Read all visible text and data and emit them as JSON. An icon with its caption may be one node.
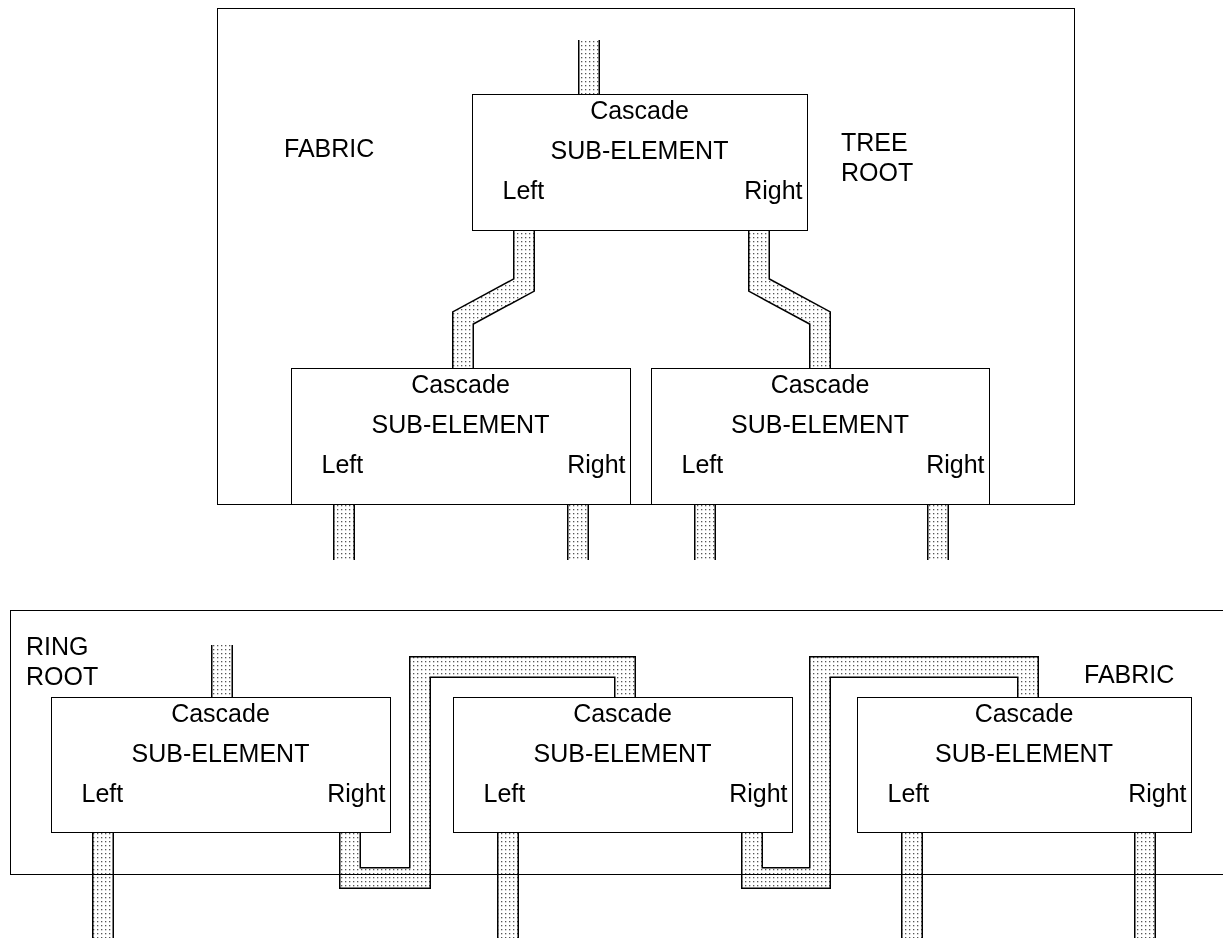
{
  "diagram": {
    "nodes": [
      {
        "text": [
          "FABRIC",
          "TREE ROOT"
        ]
      },
      {
        "text": [
          "Cascade",
          "SUB-ELEMENT",
          "Left",
          "Right"
        ],
        "in": 0
      },
      {
        "text": [
          "Cascade",
          "SUB-ELEMENT",
          "Left",
          "Right"
        ],
        "in": 0
      },
      {
        "text": [
          "Cascade",
          "SUB-ELEMENT",
          "Left",
          "Right"
        ],
        "in": 0
      },
      {
        "text": [
          "RING ROOT",
          "FABRIC"
        ]
      },
      {
        "text": [
          "Cascade",
          "SUB-ELEMENT",
          "Left",
          "Right"
        ],
        "in": 4
      },
      {
        "text": [
          "Cascade",
          "SUB-ELEMENT",
          "Left",
          "Right"
        ],
        "in": 4
      },
      {
        "text": [
          "Cascade",
          "SUB-ELEMENT",
          "Left",
          "Right"
        ],
        "in": 4
      }
    ],
    "edges": [
      {
        "from": null,
        "to": 1,
        "arrow": "none"
      },
      {
        "from": 1,
        "to": 2,
        "arrow": "none"
      },
      {
        "from": 1,
        "to": 3,
        "arrow": "none"
      },
      {
        "from": 2,
        "to": null,
        "arrow": "none"
      },
      {
        "from": 2,
        "to": null,
        "arrow": "none"
      },
      {
        "from": 3,
        "to": null,
        "arrow": "none"
      },
      {
        "from": 3,
        "to": null,
        "arrow": "none"
      },
      {
        "from": null,
        "to": 5,
        "arrow": "none"
      },
      {
        "from": 5,
        "to": 6,
        "arrow": "none"
      },
      {
        "from": 5,
        "to": null,
        "arrow": "none"
      },
      {
        "from": 6,
        "to": null,
        "arrow": "none"
      },
      {
        "from": 6,
        "to": 7,
        "arrow": "none"
      },
      {
        "from": 7,
        "to": null,
        "arrow": "none"
      },
      {
        "from": 7,
        "to": null,
        "arrow": "none"
      }
    ]
  }
}
